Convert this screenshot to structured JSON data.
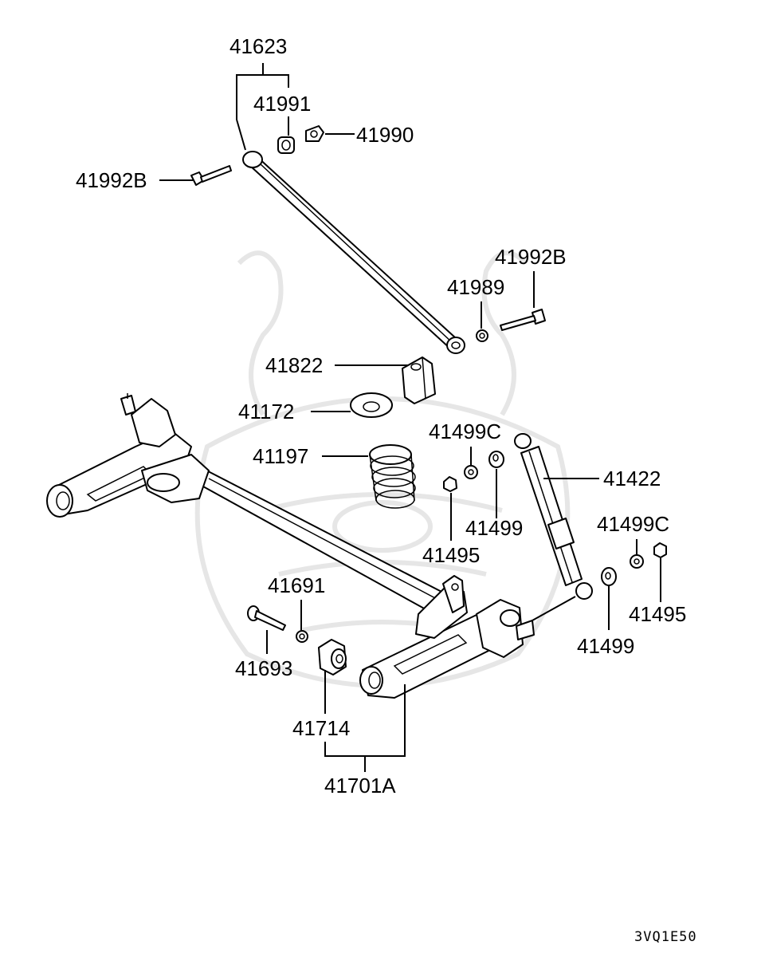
{
  "diagram_code": "3VQ1E50",
  "parts": {
    "p41623": "41623",
    "p41991": "41991",
    "p41990": "41990",
    "p41992B_top": "41992B",
    "p41992B_right": "41992B",
    "p41989": "41989",
    "p41822": "41822",
    "p41172": "41172",
    "p41197": "41197",
    "p41499C_mid": "41499C",
    "p41422": "41422",
    "p41499_mid": "41499",
    "p41495_mid": "41495",
    "p41499C_right": "41499C",
    "p41495_right": "41495",
    "p41499_right": "41499",
    "p41691": "41691",
    "p41693": "41693",
    "p41714": "41714",
    "p41701A": "41701A"
  },
  "icons": {
    "watermark": "samurai-helmet-watermark-icon"
  }
}
